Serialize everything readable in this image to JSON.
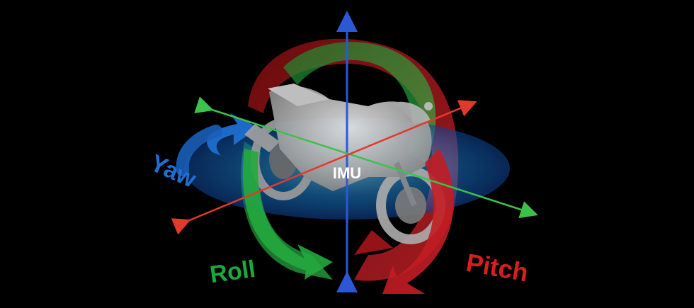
{
  "diagram": {
    "center_label": "IMU",
    "axes": [
      {
        "id": "yaw",
        "label": "Yaw",
        "color": "#1f6fd0"
      },
      {
        "id": "roll",
        "label": "Roll",
        "color": "#1ea83a"
      },
      {
        "id": "pitch",
        "label": "Pitch",
        "color": "#d81e1e"
      }
    ],
    "colors": {
      "background": "#000000",
      "vertical_axis": "#2c58d6",
      "roll_axis": "#3cc24a",
      "pitch_axis": "#e23a2a",
      "center_text": "#ffffff"
    },
    "illustration": "motorcycle"
  }
}
